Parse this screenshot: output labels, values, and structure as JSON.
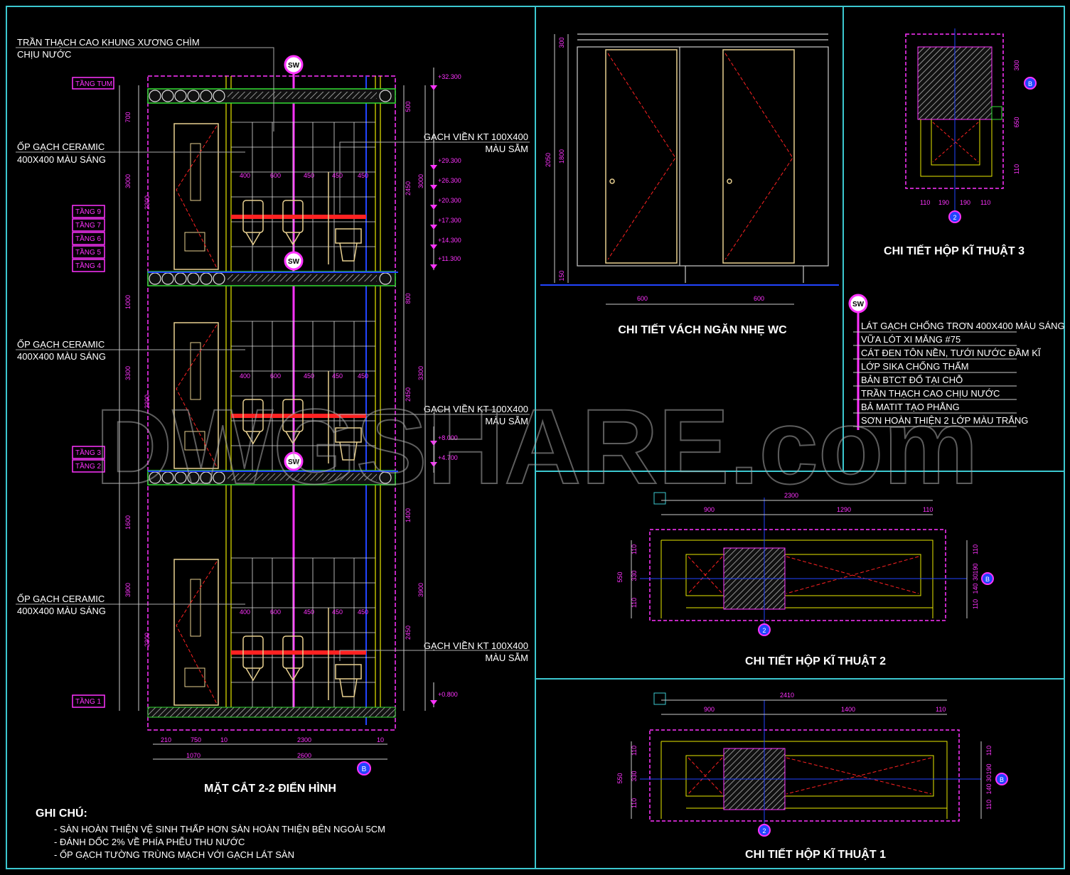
{
  "watermark": "DWGSHARE.com",
  "section": {
    "title": "MẶT CẮT 2-2 ĐIỂN HÌNH",
    "ceiling_label": [
      "TRẦN THẠCH CAO KHUNG XƯƠNG CHÌM",
      "CHỊU NƯỚC"
    ],
    "tile_label": [
      "ỐP GẠCH CERAMIC",
      "400X400 MÀU SÁNG"
    ],
    "border_label": [
      "GẠCH VIỀN KT 100X400",
      "MÀU SẪM"
    ],
    "tag_sw": "SW",
    "floor_tags": [
      "TẦNG TUM",
      "TẦNG 9",
      "TẦNG 7",
      "TẦNG 6",
      "TẦNG 5",
      "TẦNG 4",
      "TẦNG 3",
      "TẦNG 2",
      "TẦNG 1"
    ],
    "elevations": [
      "+32.300",
      "+29.300",
      "+26.300",
      "+20.300",
      "+17.300",
      "+14.300",
      "+11.300",
      "+8.000",
      "+4.700",
      "+0.800"
    ],
    "dims_left": [
      "700",
      "3000",
      "2300",
      "1000",
      "3300",
      "2300",
      "1600",
      "3900",
      "2300"
    ],
    "dims_right": [
      "500",
      "3000",
      "2450",
      "800",
      "3300",
      "2450",
      "1400",
      "3900",
      "2450"
    ],
    "tile_dims": [
      "400",
      "600",
      "450",
      "450",
      "450"
    ],
    "bottom_dims": [
      "210",
      "750",
      "10",
      "2300",
      "10",
      "1070",
      "2600"
    ],
    "grid_marker": "B",
    "notes_title": "GHI CHÚ:",
    "notes": [
      "- SÀN HOÀN THIỆN VỆ SINH THẤP HƠN SÀN HOÀN THIỆN BÊN NGOÀI 5CM",
      "- ĐÁNH DỐC 2% VỀ PHÍA PHỄU THU NƯỚC",
      "- ỐP GẠCH TƯỜNG TRÙNG MẠCH VỚI GẠCH LÁT SÀN"
    ]
  },
  "partition": {
    "title": "CHI TIẾT VÁCH NGĂN NHẸ WC",
    "dims_v": [
      "300",
      "2050",
      "1800",
      "150"
    ],
    "dims_h": [
      "600",
      "600"
    ]
  },
  "box3": {
    "title": "CHI TIẾT HỘP KĨ THUẬT 3",
    "dims_v": [
      "300",
      "650",
      "110"
    ],
    "dims_h": [
      "110",
      "190",
      "190",
      "110"
    ],
    "marker": "2"
  },
  "layers": {
    "tag": "SW",
    "items": [
      "LÁT GẠCH CHỐNG TRƠN 400X400 MÀU SÁNG",
      "VỮA LÓT XI MĂNG #75",
      "CÁT ĐEN TÔN NỀN, TƯỚI NƯỚC ĐẦM KĨ",
      "LỚP SIKA CHỐNG THẤM",
      "BẢN BTCT ĐỔ TẠI CHỖ",
      "TRẦN THẠCH CAO CHỊU NƯỚC",
      "BẢ MATIT TẠO PHẲNG",
      "SƠN HOÀN THIỆN 2 LỚP MÀU TRẮNG"
    ]
  },
  "box2": {
    "title": "CHI TIẾT HỘP KĨ THUẬT 2",
    "dims_top": [
      "2300",
      "900",
      "1290",
      "110"
    ],
    "dims_left": [
      "110",
      "330",
      "110",
      "550"
    ],
    "dims_right": [
      "110",
      "190",
      "30",
      "140",
      "110"
    ],
    "marker": "2"
  },
  "box1": {
    "title": "CHI TIẾT HỘP KĨ THUẬT 1",
    "dims_top": [
      "2410",
      "900",
      "1400",
      "110"
    ],
    "dims_left": [
      "110",
      "330",
      "110",
      "550"
    ],
    "dims_right": [
      "110",
      "190",
      "30",
      "140",
      "110"
    ],
    "marker": "2"
  },
  "colors": {
    "frame": "#3cc8d0",
    "magenta": "#ff33ff",
    "yellow": "#e8e800",
    "green": "#33dd33",
    "blue": "#2244ff",
    "red": "#ff2222"
  }
}
